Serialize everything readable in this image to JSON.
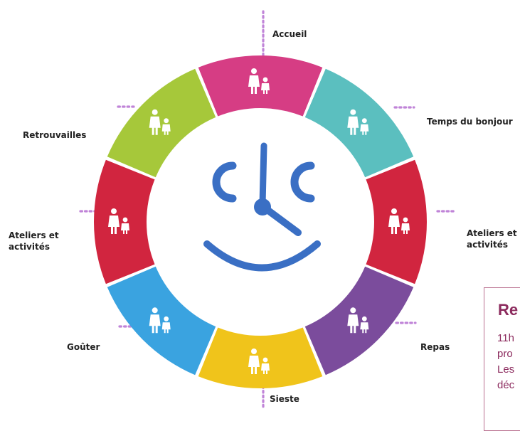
{
  "center_icon": "clock-face-icon",
  "colors": {
    "dots": "#c084d8",
    "center_logo": "#3a6fc4",
    "label_text": "#222222",
    "info_text": "#8c2b5e",
    "info_border": "#b9708f"
  },
  "segments": [
    {
      "label": "Accueil",
      "color": "#d63d84",
      "icon": "adults-greeting-child-icon"
    },
    {
      "label": "Temps du bonjour",
      "color": "#5bbfbf",
      "icon": "changing-table-icon"
    },
    {
      "label": "Ateliers et\nactivités",
      "color": "#d1253f",
      "icon": "children-playing-icon"
    },
    {
      "label": "Repas",
      "color": "#7b4c9c",
      "icon": "children-eating-icon"
    },
    {
      "label": "Sieste",
      "color": "#f0c41b",
      "icon": "child-sleeping-icon"
    },
    {
      "label": "Goûter",
      "color": "#3aa3e0",
      "icon": "child-snack-icon"
    },
    {
      "label": "Ateliers et\nactivités",
      "color": "#d1253f",
      "icon": "playground-slide-icon"
    },
    {
      "label": "Retrouvailles",
      "color": "#a6c83a",
      "icon": "parent-child-reunion-icon"
    }
  ],
  "info_box": {
    "title": "Re",
    "lines": [
      "11h",
      "pro",
      "Les",
      "déc"
    ]
  }
}
